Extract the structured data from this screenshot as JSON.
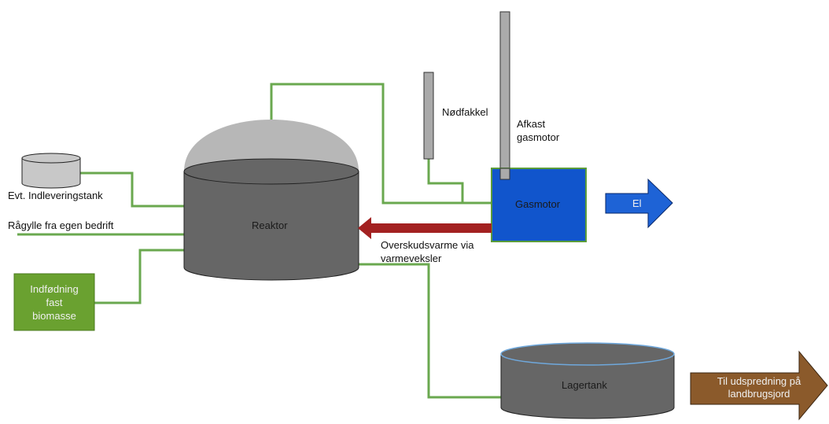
{
  "labels": {
    "indleveringstank": "Evt. Indleveringstank",
    "ragylle": "Rågylle fra egen bedrift",
    "indfodning_line1": "Indfødning",
    "indfodning_line2": "fast",
    "indfodning_line3": "biomasse",
    "reaktor": "Reaktor",
    "nodfakkel": "Nødfakkel",
    "afkast_line1": "Afkast",
    "afkast_line2": "gasmotor",
    "gasmotor": "Gasmotor",
    "el": "El",
    "overskud_line1": "Overskudsvarme via",
    "overskud_line2": "varmeveksler",
    "lagertank": "Lagertank",
    "udspredning_line1": "Til udspredning på",
    "udspredning_line2": "landbrugsjord"
  },
  "colors": {
    "pipe": "#6aa84f",
    "tank_body": "#666666",
    "dome": "#b7b7b7",
    "small_tank": "#c8c8c8",
    "green_box": "#6aa130",
    "gasmotor_box": "#1155cc",
    "el_arrow": "#1e63d6",
    "heat_arrow": "#a32121",
    "brown_arrow": "#8b5a2b",
    "stack": "#aaaaaa"
  }
}
